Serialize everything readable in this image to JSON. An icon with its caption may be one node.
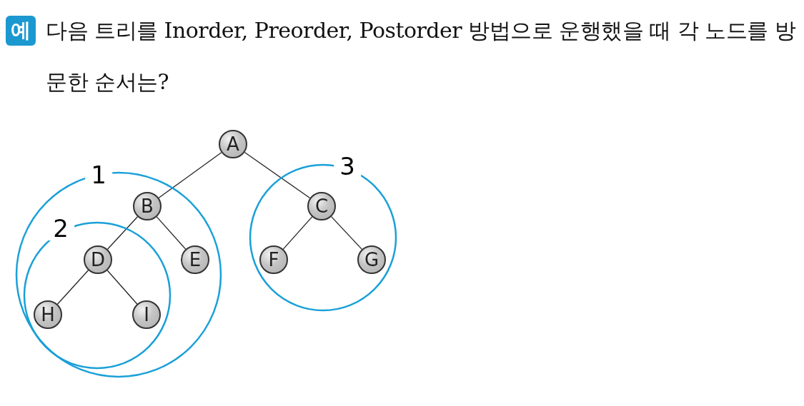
{
  "diagram": {
    "title": "다음 트리를 Inorder, Preorder, Postorder 방법으로 운행했을 때 각 노드를 방문한 순서는?",
    "nodes": [
      {
        "text": [
          "A"
        ]
      },
      {
        "text": [
          "1"
        ]
      },
      {
        "text": [
          "B"
        ],
        "in": 1
      },
      {
        "text": [
          "2"
        ],
        "in": 1
      },
      {
        "text": [
          "D"
        ],
        "in": 3
      },
      {
        "text": [
          "H"
        ],
        "in": 3
      },
      {
        "text": [
          "I"
        ],
        "in": 3
      },
      {
        "text": [
          "E"
        ],
        "in": 1
      },
      {
        "text": [
          "3"
        ]
      },
      {
        "text": [
          "C"
        ],
        "in": 8
      },
      {
        "text": [
          "F"
        ],
        "in": 8
      },
      {
        "text": [
          "G"
        ],
        "in": 8
      }
    ],
    "edges": [
      {
        "from": 0,
        "to": 2,
        "arrow": "none"
      },
      {
        "from": 0,
        "to": 9,
        "arrow": "none"
      },
      {
        "from": 2,
        "to": 4,
        "arrow": "none"
      },
      {
        "from": 2,
        "to": 7,
        "arrow": "none"
      },
      {
        "from": 4,
        "to": 5,
        "arrow": "none"
      },
      {
        "from": 4,
        "to": 6,
        "arrow": "none"
      },
      {
        "from": 9,
        "to": 10,
        "arrow": "none"
      },
      {
        "from": 9,
        "to": 11,
        "arrow": "none"
      }
    ],
    "labels": [
      "예"
    ]
  }
}
